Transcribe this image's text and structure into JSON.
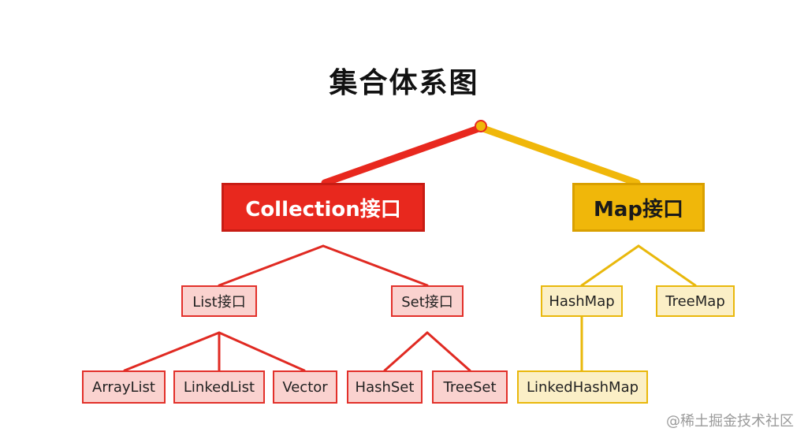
{
  "title": "集合体系图",
  "colors": {
    "collection_branch": "#e8281e",
    "map_branch": "#f0b70a",
    "collection_leaf_fill": "#fad2cf",
    "map_leaf_fill": "#fbefc6"
  },
  "tree": {
    "collection": {
      "label": "Collection接口",
      "list": {
        "label": "List接口",
        "children": [
          "ArrayList",
          "LinkedList",
          "Vector"
        ]
      },
      "set": {
        "label": "Set接口",
        "children": [
          "HashSet",
          "TreeSet"
        ]
      }
    },
    "map": {
      "label": "Map接口",
      "hashmap": {
        "label": "HashMap",
        "children": [
          "LinkedHashMap"
        ]
      },
      "treemap": {
        "label": "TreeMap"
      }
    }
  },
  "watermark": "@稀土掘金技术社区"
}
